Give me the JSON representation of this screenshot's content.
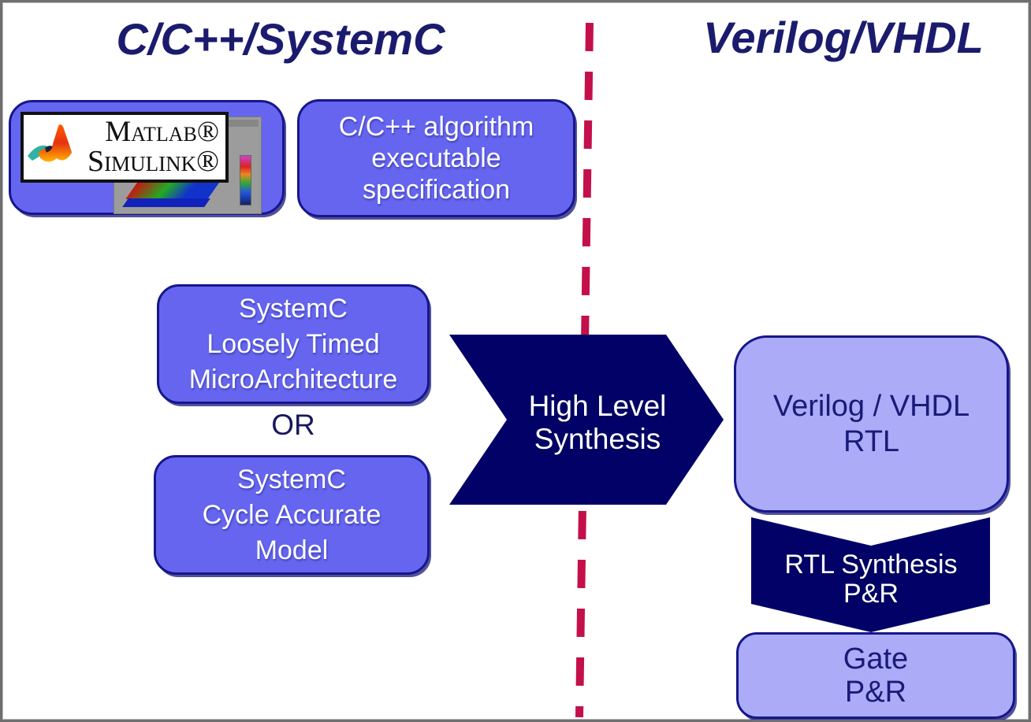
{
  "colors": {
    "navy": "#010168",
    "box_blue": "#6565f0",
    "box_light": "#ababf7",
    "border_navy": "#16168c",
    "red_dash": "#c4104a",
    "title_navy": "#1b1b6e"
  },
  "titles": {
    "left": "C/C++/SystemC",
    "right": "Verilog/VHDL"
  },
  "left_column": {
    "matlab_box": {
      "logo_line1": "Matlab®",
      "logo_line2": "Simulink®"
    },
    "cpp_box": {
      "label": "C/C++ algorithm\nexecutable\nspecification"
    },
    "systemc_lt_box": {
      "label": "SystemC\nLoosely Timed\nMicroArchitecture"
    },
    "or_label": "OR",
    "systemc_ca_box": {
      "label": "SystemC\nCycle Accurate\nModel"
    }
  },
  "flow": {
    "hls_arrow": {
      "label": "High Level\nSynthesis"
    },
    "rtl_chevron": {
      "label": "RTL Synthesis\nP&R"
    }
  },
  "right_column": {
    "rtl_box": {
      "label": "Verilog / VHDL\nRTL"
    },
    "gate_box": {
      "label": "Gate\nP&R"
    }
  }
}
